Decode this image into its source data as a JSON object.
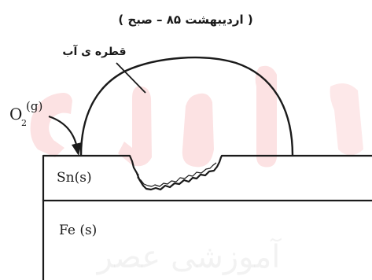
{
  "caption": "( اردیبهشت ۸۵ – صبح )",
  "labels": {
    "water_drop": "قطره ی آب",
    "oxygen_main": "O",
    "oxygen_sub": "2",
    "oxygen_state": "(g)",
    "tin_layer": "Sn(s)",
    "iron_layer": "Fe (s)"
  },
  "watermark": {
    "top": "درس",
    "bottom": "آموزشی عصر",
    "color": "#e8202a"
  },
  "colors": {
    "ink": "#1a1a1a",
    "background": "#ffffff"
  }
}
